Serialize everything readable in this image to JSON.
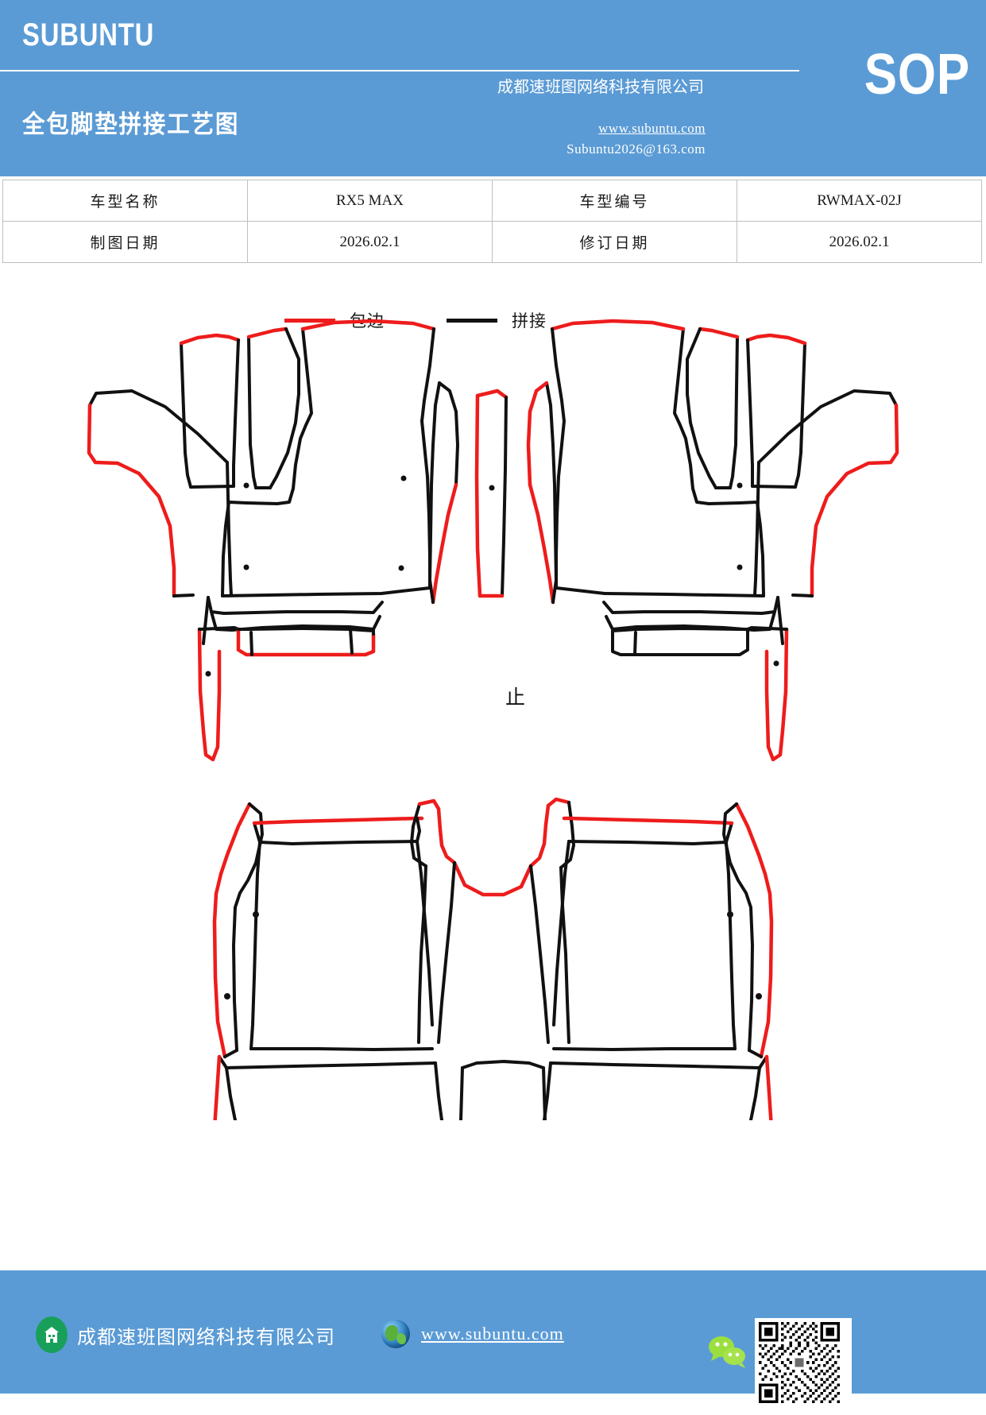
{
  "header": {
    "brand": "SUBUNTU",
    "doc_title": "全包脚垫拼接工艺图",
    "company": "成都速班图网络科技有限公司",
    "badge": "SOP",
    "website": "www.subuntu.com",
    "email": "Subuntu2026@163.com"
  },
  "info_table": {
    "rows": [
      {
        "label1": "车型名称",
        "value1": "RX5 MAX",
        "label2": "车型编号",
        "value2": "RWMAX-02J"
      },
      {
        "label1": "制图日期",
        "value1": "2026.02.1",
        "label2": "修订日期",
        "value2": "2026.02.1"
      }
    ]
  },
  "legend": {
    "items": [
      {
        "color": "#EE1C1C",
        "label": "包边"
      },
      {
        "color": "#111111",
        "label": "拼接"
      }
    ]
  },
  "drawing": {
    "note": "止",
    "edge_color": "#EE1C1C",
    "seam_color": "#111111"
  },
  "footer": {
    "company": "成都速班图网络科技有限公司",
    "website": "www.subuntu.com"
  }
}
